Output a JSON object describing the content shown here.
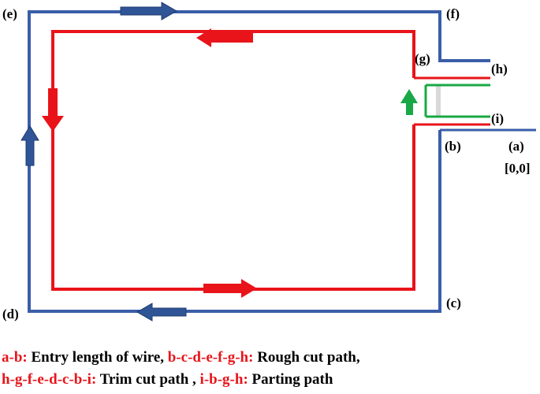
{
  "colors": {
    "rough_path": "#e8141a",
    "trim_path": "#3a5da8",
    "parting_path": "#19a845",
    "gap_fill": "#d9d9d9",
    "arrow_blue": "#2f5597",
    "arrow_green": "#19a845"
  },
  "points": {
    "a": "(a)",
    "a_coord": "[0,0]",
    "b": "(b)",
    "c": "(c)",
    "d": "(d)",
    "e": "(e)",
    "f": "(f)",
    "g": "(g)",
    "h": "(h)",
    "i": "(i)"
  },
  "legend": {
    "line1": [
      {
        "key": "a-b:",
        "text": " Entry length of wire, "
      },
      {
        "key": "b-c-d-e-f-g-h:",
        "text": " Rough cut path,"
      }
    ],
    "line2": [
      {
        "key": "h-g-f-e-d-c-b-i:",
        "text": " Trim cut path , "
      },
      {
        "key": "i-b-g-h:",
        "text": " Parting path"
      }
    ]
  }
}
